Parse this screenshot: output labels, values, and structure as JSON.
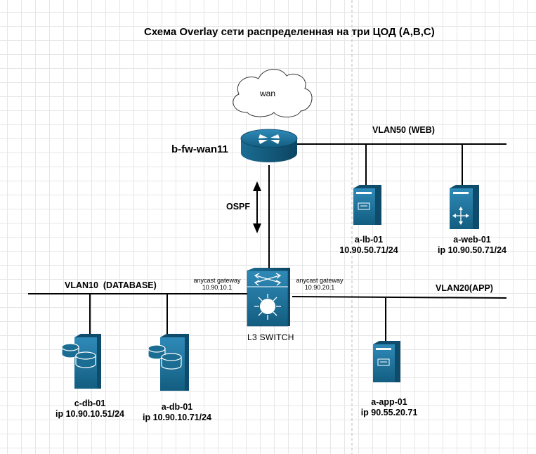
{
  "title": "Схема Overlay сети распределенная на три ЦОД (A,B,C)",
  "cloud": {
    "label": "wan"
  },
  "router": {
    "label": "b-fw-wan11"
  },
  "ospf": {
    "label": "OSPF"
  },
  "switch": {
    "label": "L3 SWITCH",
    "gateway_left": {
      "title": "anycast gateway",
      "ip": "10.90.10.1"
    },
    "gateway_right": {
      "title": "anycast gateway",
      "ip": "10.90.20.1"
    }
  },
  "vlans": {
    "web": "VLAN50 (WEB)",
    "database": "VLAN10  (DATABASE)",
    "app": "VLAN20(APP)"
  },
  "nodes": {
    "a_lb": {
      "name": "a-lb-01",
      "ip": "10.90.50.71/24"
    },
    "a_web": {
      "name": "a-web-01",
      "ip": "ip 10.90.50.71/24"
    },
    "c_db": {
      "name": "c-db-01",
      "ip": "ip 10.90.10.51/24"
    },
    "a_db": {
      "name": "a-db-01",
      "ip": "ip 10.90.10.71/24"
    },
    "a_app": {
      "name": "a-app-01",
      "ip": "ip 90.55.20.71"
    }
  },
  "colors": {
    "device_blue": "#1b6d93",
    "device_dark": "#0f4c6b",
    "line": "#000000",
    "dashed_divider": "#bbbbbb"
  }
}
